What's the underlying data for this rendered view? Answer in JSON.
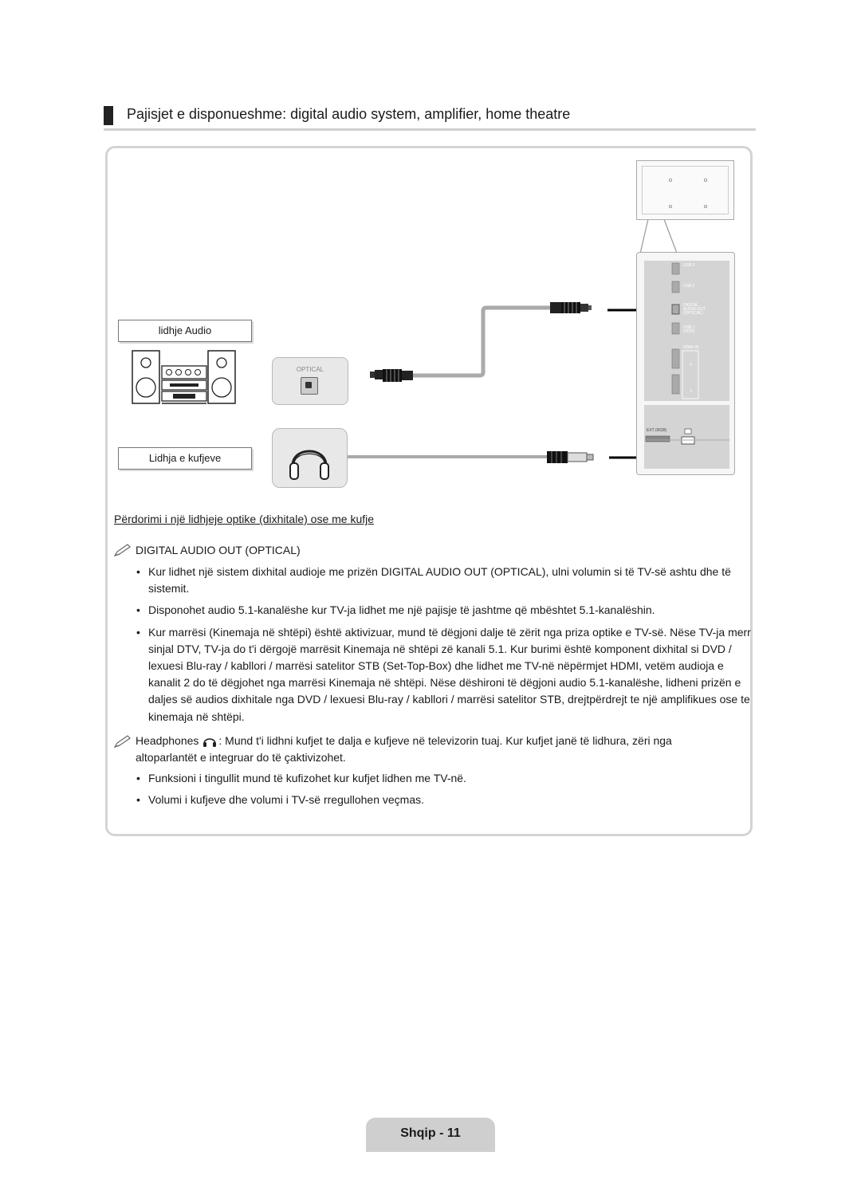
{
  "heading": "Pajisjet e disponueshme: digital audio system, amplifier, home theatre",
  "diagram": {
    "audio_label": "lidhje Audio",
    "headphone_label": "Lidhja e kufjeve",
    "optical_label": "OPTICAL",
    "tv_ports": {
      "usb3": "USB 3",
      "usb2": "USB 2",
      "digital_out": [
        "DIGITAL",
        "AUDIO OUT",
        "(OPTICAL)"
      ],
      "usb1": [
        "USB 1",
        "(HDD)"
      ],
      "hdmi_in": "HDMI IN",
      "hdmi_4": "4",
      "hdmi_3": "3",
      "ext": "EXT (RGB)"
    }
  },
  "subtitle": "Përdorimi i një lidhjeje optike (dixhitale) ose me kufje",
  "note1": {
    "title": "DIGITAL AUDIO OUT (OPTICAL)",
    "bullets": [
      "Kur lidhet një sistem dixhital audioje me prizën DIGITAL AUDIO OUT (OPTICAL), ulni volumin si të TV-së ashtu dhe të sistemit.",
      "Disponohet audio 5.1-kanalëshe kur TV-ja lidhet me një pajisje të jashtme që mbështet 5.1-kanalëshin.",
      "Kur marrësi (Kinemaja në shtëpi) është aktivizuar, mund të dëgjoni dalje të zërit nga priza optike e TV-së. Nëse TV-ja merr sinjal DTV, TV-ja do t'i dërgojë marrësit Kinemaja në shtëpi zë kanali 5.1. Kur burimi është komponent dixhital si DVD / lexuesi Blu-ray / kabllori / marrësi satelitor STB (Set-Top-Box) dhe lidhet me TV-në nëpërmjet HDMI, vetëm audioja e kanalit 2 do të dëgjohet nga marrësi Kinemaja në shtëpi. Nëse dëshironi të dëgjoni audio 5.1-kanalëshe, lidheni prizën e daljes së audios dixhitale nga DVD / lexuesi Blu-ray / kabllori / marrësi satelitor STB, drejtpërdrejt te një amplifikues ose te kinemaja në shtëpi."
    ]
  },
  "note2": {
    "title": "Headphones",
    "text_line1": ": Mund t'i lidhni kufjet te dalja e kufjeve në televizorin tuaj. Kur kufjet janë të lidhura, zëri nga",
    "text_line2": "altoparlantët e integruar do të çaktivizohet.",
    "bullets": [
      "Funksioni i tingullit mund të kufizohet kur kufjet lidhen me TV-në.",
      "Volumi i kufjeve dhe volumi i TV-së rregullohen veçmas."
    ]
  },
  "footer": "Shqip - 11"
}
